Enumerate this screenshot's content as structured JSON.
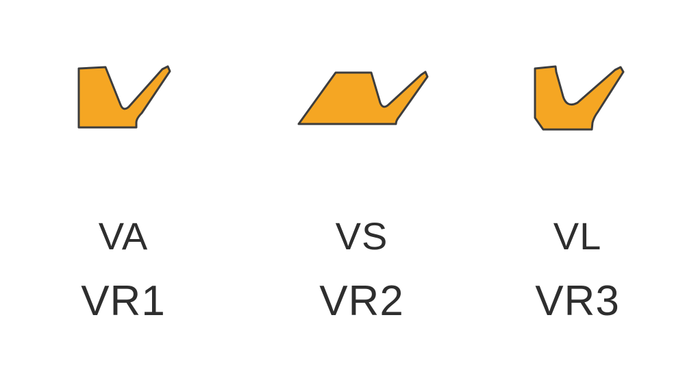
{
  "colors": {
    "background": "#ffffff",
    "seal_fill": "#F5A623",
    "seal_stroke": "#3d3d3d",
    "label_text": "#2e2e2e"
  },
  "profiles": [
    {
      "icon": "va-seal-profile-icon",
      "type_label": "VA",
      "alt_label": "VR1"
    },
    {
      "icon": "vs-seal-profile-icon",
      "type_label": "VS",
      "alt_label": "VR2"
    },
    {
      "icon": "vl-seal-profile-icon",
      "type_label": "VL",
      "alt_label": "VR3"
    }
  ]
}
